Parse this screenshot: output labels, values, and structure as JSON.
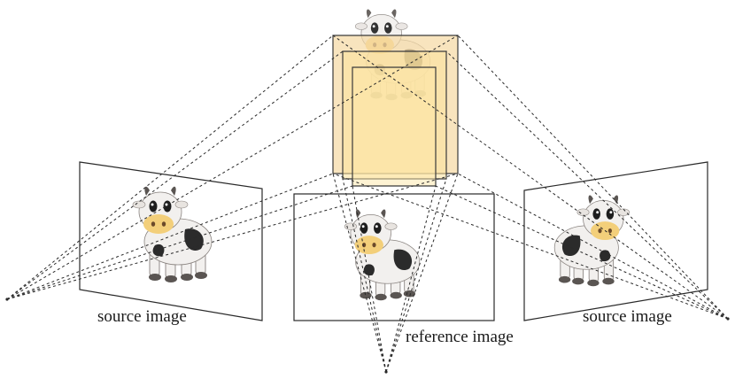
{
  "labels": {
    "source_left": "source image",
    "reference": "reference image",
    "source_right": "source image"
  },
  "colors": {
    "frustum_fill": "#f5d9a3",
    "plane_fill": "#fbe29a",
    "line": "#2a2a2a",
    "cow_body": "#f2f0ee",
    "cow_spot": "#2b2b2b",
    "cow_snout": "#f3cf7a",
    "cow_horn": "#5a5552"
  }
}
